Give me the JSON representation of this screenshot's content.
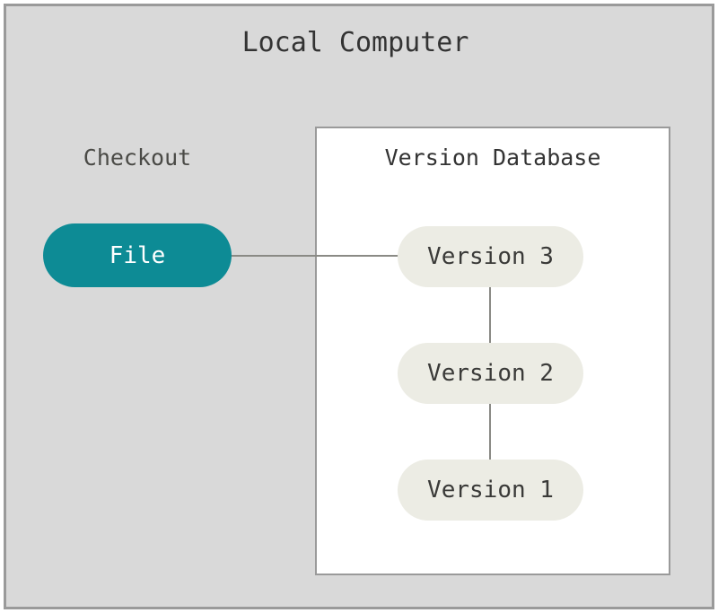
{
  "diagram": {
    "title": "Local Computer",
    "outer_fill": "#d9d9d9",
    "outer_border": "#9a9a9a",
    "edge_color": "#8a8a85"
  },
  "checkout": {
    "label": "Checkout",
    "node": {
      "label": "File",
      "fill": "#0d8b95",
      "text_color": "#ffffff"
    }
  },
  "version_database": {
    "title": "Version Database",
    "fill": "#ffffff",
    "border": "#9a9a9a",
    "node_fill": "#ecece4",
    "node_text_color": "#3a3a38",
    "versions": [
      {
        "label": "Version 3"
      },
      {
        "label": "Version 2"
      },
      {
        "label": "Version 1"
      }
    ]
  },
  "edges": [
    {
      "from": "File",
      "to": "Version 3"
    },
    {
      "from": "Version 3",
      "to": "Version 2"
    },
    {
      "from": "Version 2",
      "to": "Version 1"
    }
  ]
}
